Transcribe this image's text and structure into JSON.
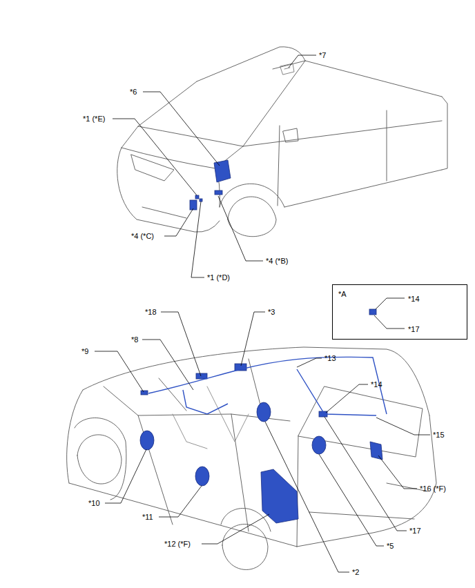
{
  "diagram": {
    "nodes": [
      {
        "text": [
          "*A",
          "*14",
          "*17"
        ]
      }
    ],
    "labels": [
      "*7",
      "*6",
      "*1 (*E)",
      "*4 (*C)",
      "*4 (*B)",
      "*1 (*D)",
      "*18",
      "*3",
      "*8",
      "*9",
      "*13",
      "*14",
      "*15",
      "*10",
      "*11",
      "*16 (*F)",
      "*12 (*F)",
      "*17",
      "*5",
      "*2"
    ]
  }
}
